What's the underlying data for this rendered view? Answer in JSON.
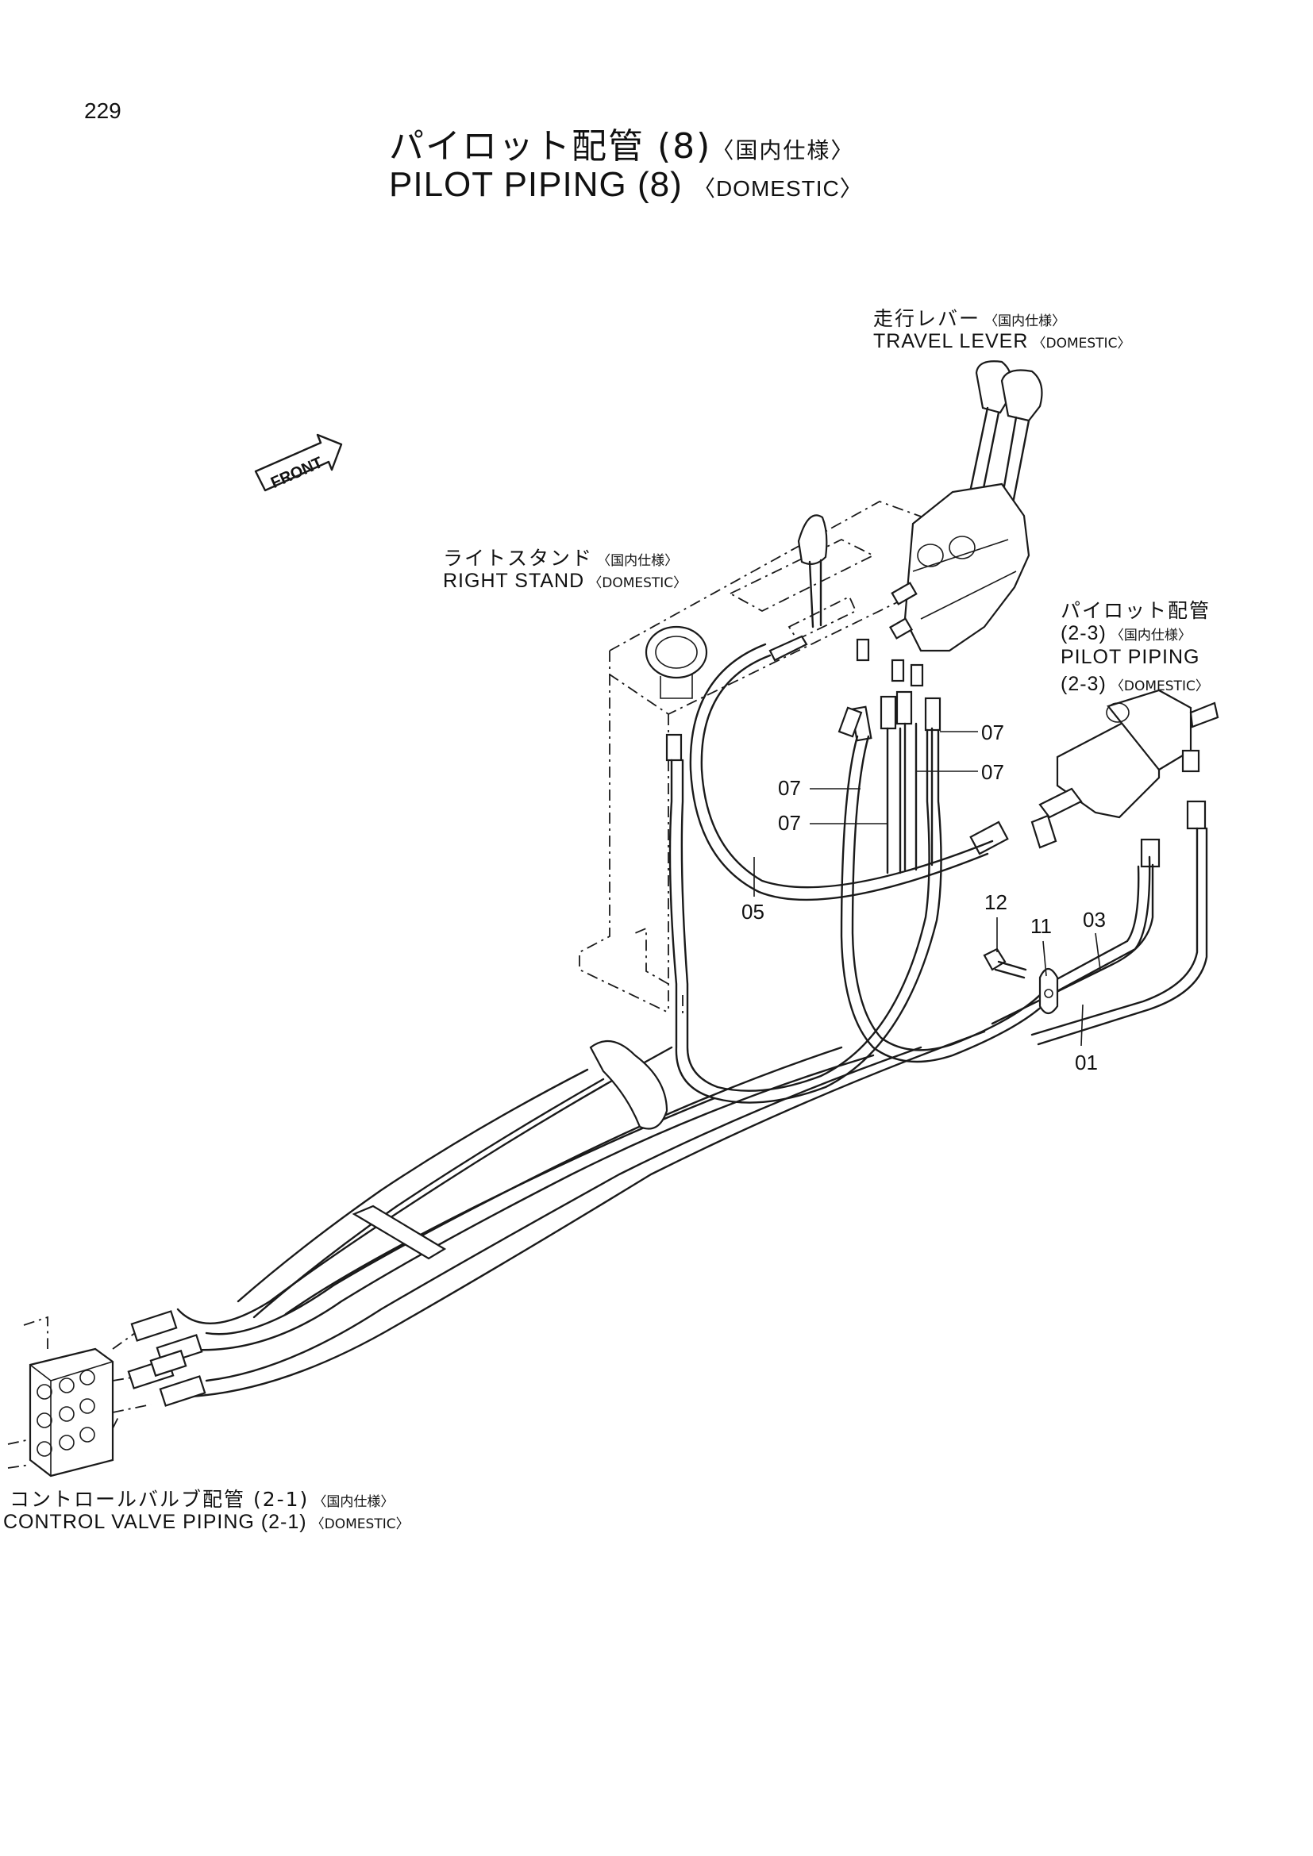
{
  "page_number": "229",
  "title": {
    "jp": "パイロット配管 (8)",
    "jp_spec": "〈国内仕様〉",
    "en": "PILOT PIPING (8)",
    "en_spec": "〈DOMESTIC〉"
  },
  "front_marker": "FRONT",
  "labels": {
    "travel_lever": {
      "jp": "走行レバー",
      "jp_spec": "〈国内仕様〉",
      "en": "TRAVEL LEVER",
      "en_spec": "〈DOMESTIC〉"
    },
    "right_stand": {
      "jp": "ライトスタンド",
      "jp_spec": "〈国内仕様〉",
      "en": "RIGHT STAND",
      "en_spec": "〈DOMESTIC〉"
    },
    "pilot_piping": {
      "jp": "パイロット配管",
      "ref_jp": "(2-3)",
      "jp_spec": "〈国内仕様〉",
      "en": "PILOT PIPING",
      "ref_en": "(2-3)",
      "en_spec": "〈DOMESTIC〉"
    },
    "control_valve": {
      "jp": "コントロールバルブ配管 (2-1)",
      "jp_spec": "〈国内仕様〉",
      "en": "CONTROL VALVE PIPING (2-1)",
      "en_spec": "〈DOMESTIC〉"
    }
  },
  "part_numbers": {
    "p07_a": "07",
    "p07_b": "07",
    "p07_c": "07",
    "p07_d": "07",
    "p05": "05",
    "p12": "12",
    "p11": "11",
    "p03": "03",
    "p01": "01"
  }
}
